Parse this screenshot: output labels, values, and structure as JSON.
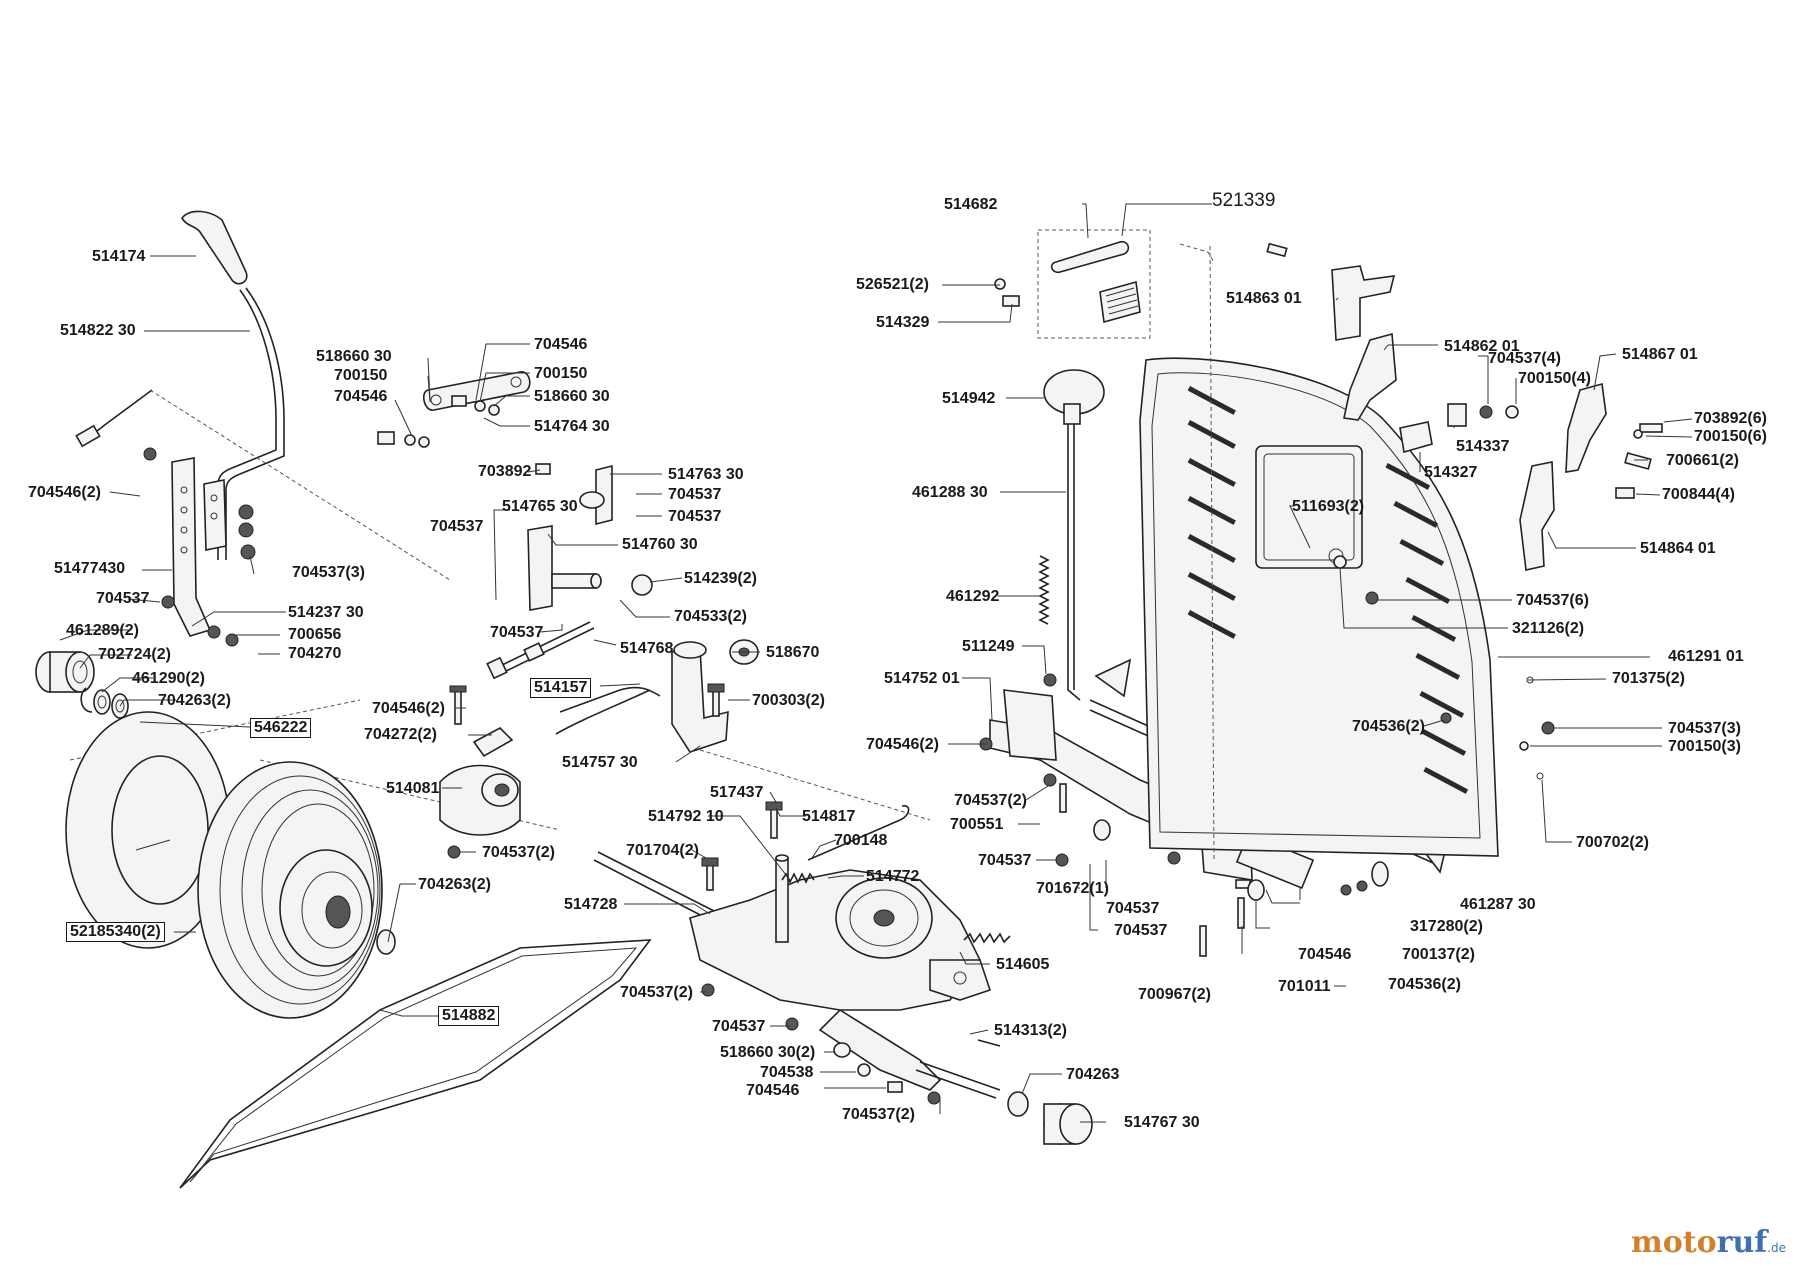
{
  "labels": {
    "l514174": "514174",
    "l514822_30": "514822 30",
    "l704546_2_a": "704546(2)",
    "l51477430": "51477430",
    "l704537_a": "704537",
    "l461289_2": "461289(2)",
    "l702724_2": "702724(2)",
    "l461290_2": "461290(2)",
    "l704263_2_a": "704263(2)",
    "l546222": "546222",
    "l704537_3_a": "704537(3)",
    "l514237_30": "514237 30",
    "l700656": "700656",
    "l704270": "704270",
    "l52185340_2": "52185340(2)",
    "l704263_2_b": "704263(2)",
    "l514882": "514882",
    "l518660_30_a": "518660 30",
    "l700150_a": "700150",
    "l704546_a": "704546",
    "l704546_b": "704546",
    "l700150_b": "700150",
    "l518660_30_b": "518660 30",
    "l514764_30": "514764 30",
    "l703892": "703892",
    "l514763_30": "514763 30",
    "l704537_b": "704537",
    "l514765_30": "514765 30",
    "l704537_c": "704537",
    "l704537_d": "704537",
    "l514760_30": "514760 30",
    "l514239_2": "514239(2)",
    "l704537_e": "704537",
    "l704533_2": "704533(2)",
    "l514768": "514768",
    "l518670": "518670",
    "l514157": "514157",
    "l700303_2": "700303(2)",
    "l514757_30": "514757 30",
    "l704546_2_b": "704546(2)",
    "l704272_2": "704272(2)",
    "l514081": "514081",
    "l704537_2_a": "704537(2)",
    "l517437": "517437",
    "l514792_10": "514792 10",
    "l514817": "514817",
    "l701704_2": "701704(2)",
    "l700148": "700148",
    "l514772": "514772",
    "l514728": "514728",
    "l514605": "514605",
    "l704537_2_b": "704537(2)",
    "l704537_f": "704537",
    "l514313_2": "514313(2)",
    "l518660_30_2": "518660 30(2)",
    "l704538": "704538",
    "l704546_c": "704546",
    "l704263": "704263",
    "l704537_2_c": "704537(2)",
    "l514767_30": "514767 30",
    "l514682": "514682",
    "l521339": "521339",
    "l526521_2": "526521(2)",
    "l514329": "514329",
    "l514942": "514942",
    "l461288_30": "461288 30",
    "l461292": "461292",
    "l511249": "511249",
    "l514752_01": "514752 01",
    "l704546_2_c": "704546(2)",
    "l704537_2_d": "704537(2)",
    "l700551": "700551",
    "l704537_g": "704537",
    "l701672_1": "701672(1)",
    "l704537_h": "704537",
    "l704537_i": "704537",
    "l704546_d": "704546",
    "l700137_2": "700137(2)",
    "l700967_2": "700967(2)",
    "l701011": "701011",
    "l704536_2_a": "704536(2)",
    "l317280_2": "317280(2)",
    "l461287_30": "461287 30",
    "l514863_01": "514863 01",
    "l514862_01": "514862 01",
    "l704537_4": "704537(4)",
    "l514867_01": "514867 01",
    "l700150_4": "700150(4)",
    "l703892_6": "703892(6)",
    "l700150_6": "700150(6)",
    "l514337": "514337",
    "l700661_2": "700661(2)",
    "l514327": "514327",
    "l700844_4": "700844(4)",
    "l511693_2": "511693(2)",
    "l514864_01": "514864 01",
    "l704537_6": "704537(6)",
    "l321126_2": "321126(2)",
    "l461291_01": "461291 01",
    "l701375_2": "701375(2)",
    "l704536_2_b": "704536(2)",
    "l704537_3_b": "704537(3)",
    "l700150_3": "700150(3)",
    "l700702_2": "700702(2)"
  },
  "watermark": {
    "part1": "moto",
    "part2": "ruf",
    "suffix": ".de"
  },
  "colors": {
    "line": "#222222",
    "brand_orange": "#d4802a",
    "brand_blue": "#3e6fb5"
  }
}
